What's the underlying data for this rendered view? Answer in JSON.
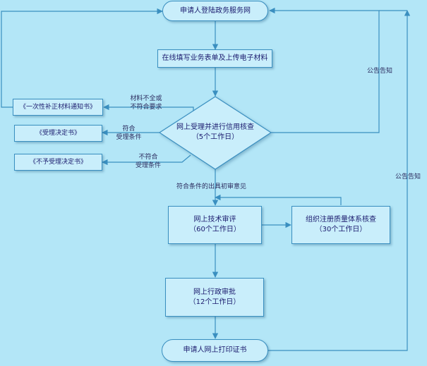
{
  "nodes": {
    "start": "申请人登陆政务服务网",
    "fill_form": "在线填写业务表单及上传电子材料",
    "review": {
      "line1": "网上受理并进行信用核查",
      "line2": "（5个工作日）"
    },
    "notice_supplement": "《一次性补正材料通知书》",
    "accept_decision": "《受理决定书》",
    "reject_decision": "《不予受理决定书》",
    "tech_review": {
      "line1": "网上技术审评",
      "line2": "（60个工作日）"
    },
    "quality_check": {
      "line1": "组织注册质量体系核查",
      "line2": "（30个工作日）"
    },
    "admin_approval": {
      "line1": "网上行政审批",
      "line2": "（12个工作日）"
    },
    "print_cert": "申请人网上打印证书"
  },
  "labels": {
    "incomplete": {
      "line1": "材料不全或",
      "line2": "不符合要求"
    },
    "meets": {
      "line1": "符合",
      "line2": "受理条件"
    },
    "not_meets": {
      "line1": "不符合",
      "line2": "受理条件"
    },
    "initial_opinion": "符合条件的出具初审意见",
    "announce_top": "公告告知",
    "announce_bottom": "公告告知"
  },
  "colors": {
    "background": "#b3e6f7",
    "box_fill": "#c9eefb",
    "line": "#3a8fc0",
    "text": "#1b1b6e"
  }
}
